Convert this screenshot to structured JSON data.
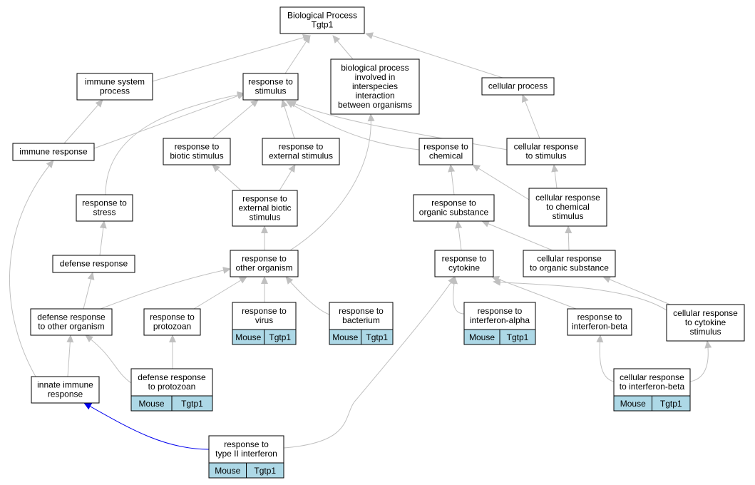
{
  "graph": {
    "nodes": [
      {
        "id": "bp",
        "lines": [
          "Biological Process",
          "Tgtp1"
        ]
      },
      {
        "id": "isp",
        "lines": [
          "immune system",
          "process"
        ]
      },
      {
        "id": "rs",
        "lines": [
          "response to",
          "stimulus"
        ]
      },
      {
        "id": "bpii",
        "lines": [
          "biological process",
          "involved in",
          "interspecies",
          "interaction",
          "between organisms"
        ]
      },
      {
        "id": "cp",
        "lines": [
          "cellular process"
        ]
      },
      {
        "id": "ir",
        "lines": [
          "immune response"
        ]
      },
      {
        "id": "rbs",
        "lines": [
          "response to",
          "biotic stimulus"
        ]
      },
      {
        "id": "res",
        "lines": [
          "response to",
          "external stimulus"
        ]
      },
      {
        "id": "rc",
        "lines": [
          "response to",
          "chemical"
        ]
      },
      {
        "id": "crs",
        "lines": [
          "cellular response",
          "to stimulus"
        ]
      },
      {
        "id": "rst",
        "lines": [
          "response to",
          "stress"
        ]
      },
      {
        "id": "rebs",
        "lines": [
          "response to",
          "external biotic",
          "stimulus"
        ]
      },
      {
        "id": "ros",
        "lines": [
          "response to",
          "organic substance"
        ]
      },
      {
        "id": "crcs",
        "lines": [
          "cellular response",
          "to chemical",
          "stimulus"
        ]
      },
      {
        "id": "dr",
        "lines": [
          "defense response"
        ]
      },
      {
        "id": "roo",
        "lines": [
          "response to",
          "other organism"
        ]
      },
      {
        "id": "rcy",
        "lines": [
          "response to",
          "cytokine"
        ]
      },
      {
        "id": "cros",
        "lines": [
          "cellular response",
          "to organic substance"
        ]
      },
      {
        "id": "droo",
        "lines": [
          "defense response",
          "to other organism"
        ]
      },
      {
        "id": "rp",
        "lines": [
          "response to",
          "protozoan"
        ]
      },
      {
        "id": "rv",
        "lines": [
          "response to",
          "virus"
        ],
        "annotation": [
          "Mouse",
          "Tgtp1"
        ]
      },
      {
        "id": "rb",
        "lines": [
          "response to",
          "bacterium"
        ],
        "annotation": [
          "Mouse",
          "Tgtp1"
        ]
      },
      {
        "id": "ria",
        "lines": [
          "response to",
          "interferon-alpha"
        ],
        "annotation": [
          "Mouse",
          "Tgtp1"
        ]
      },
      {
        "id": "rib",
        "lines": [
          "response to",
          "interferon-beta"
        ]
      },
      {
        "id": "crcys",
        "lines": [
          "cellular response",
          "to cytokine",
          "stimulus"
        ]
      },
      {
        "id": "iir",
        "lines": [
          "innate immune",
          "response"
        ]
      },
      {
        "id": "drp",
        "lines": [
          "defense response",
          "to protozoan"
        ],
        "annotation": [
          "Mouse",
          "Tgtp1"
        ]
      },
      {
        "id": "crib",
        "lines": [
          "cellular response",
          "to interferon-beta"
        ],
        "annotation": [
          "Mouse",
          "Tgtp1"
        ]
      },
      {
        "id": "rtii",
        "lines": [
          "response to",
          "type II interferon"
        ],
        "annotation": [
          "Mouse",
          "Tgtp1"
        ]
      }
    ],
    "edges": [
      {
        "from": "isp",
        "to": "bp"
      },
      {
        "from": "rs",
        "to": "bp"
      },
      {
        "from": "bpii",
        "to": "bp"
      },
      {
        "from": "cp",
        "to": "bp"
      },
      {
        "from": "ir",
        "to": "isp"
      },
      {
        "from": "ir",
        "to": "rs"
      },
      {
        "from": "rst",
        "to": "rs"
      },
      {
        "from": "rbs",
        "to": "rs"
      },
      {
        "from": "res",
        "to": "rs"
      },
      {
        "from": "rc",
        "to": "rs"
      },
      {
        "from": "crs",
        "to": "rs"
      },
      {
        "from": "crs",
        "to": "cp"
      },
      {
        "from": "rebs",
        "to": "rbs"
      },
      {
        "from": "rebs",
        "to": "res"
      },
      {
        "from": "ros",
        "to": "rc"
      },
      {
        "from": "crcs",
        "to": "rc"
      },
      {
        "from": "crcs",
        "to": "crs"
      },
      {
        "from": "dr",
        "to": "rst"
      },
      {
        "from": "roo",
        "to": "rebs"
      },
      {
        "from": "roo",
        "to": "bpii"
      },
      {
        "from": "rcy",
        "to": "ros"
      },
      {
        "from": "cros",
        "to": "ros"
      },
      {
        "from": "cros",
        "to": "crcs"
      },
      {
        "from": "droo",
        "to": "dr"
      },
      {
        "from": "droo",
        "to": "roo"
      },
      {
        "from": "rp",
        "to": "roo"
      },
      {
        "from": "rv",
        "to": "roo"
      },
      {
        "from": "rb",
        "to": "roo"
      },
      {
        "from": "ria",
        "to": "rcy"
      },
      {
        "from": "rib",
        "to": "rcy"
      },
      {
        "from": "crcys",
        "to": "rcy"
      },
      {
        "from": "crcys",
        "to": "cros"
      },
      {
        "from": "iir",
        "to": "ir"
      },
      {
        "from": "iir",
        "to": "droo"
      },
      {
        "from": "drp",
        "to": "droo"
      },
      {
        "from": "drp",
        "to": "rp"
      },
      {
        "from": "crib",
        "to": "rib"
      },
      {
        "from": "crib",
        "to": "crcys"
      },
      {
        "from": "rtii",
        "to": "iir",
        "highlight": true
      },
      {
        "from": "rtii",
        "to": "rcy"
      }
    ]
  },
  "colors": {
    "edge": "#c0c0c0",
    "edge_highlight": "#0000ee",
    "annotation_fill": "#add8e6",
    "node_border": "#000000"
  }
}
